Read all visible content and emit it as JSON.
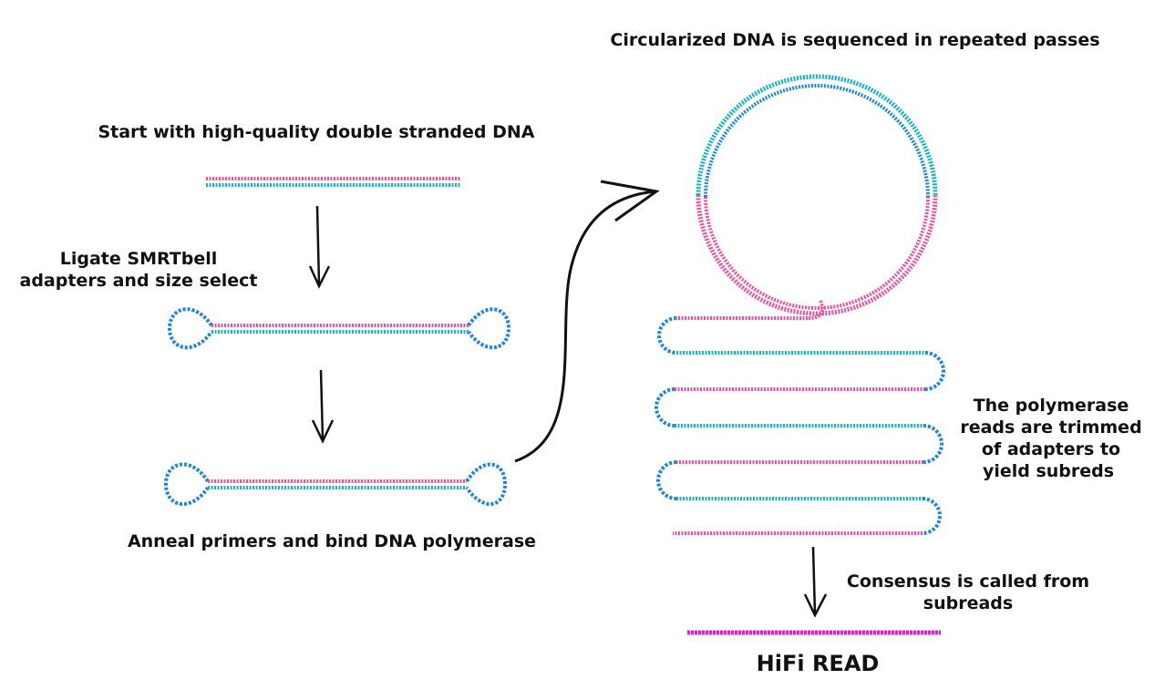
{
  "labels": {
    "start": "Start with high-quality double stranded DNA",
    "ligate_line1": "Ligate SMRTbell",
    "ligate_line2": "adapters and size select",
    "anneal": "Anneal primers  and bind DNA polymerase",
    "circularized": "Circularized DNA is sequenced in repeated passes",
    "polymerase_line1": "The polymerase",
    "polymerase_line2": "reads are trimmed",
    "polymerase_line3": "of adapters to",
    "polymerase_line4": "yield subreds",
    "consensus_line1": "Consensus is called from",
    "consensus_line2": "subreads",
    "hifi": "HiFi READ"
  },
  "colors": {
    "pink": "#ec4f9b",
    "teal": "#15b3c5",
    "blue": "#1a86e0",
    "magenta": "#e21fd6",
    "arrow": "#111111"
  }
}
